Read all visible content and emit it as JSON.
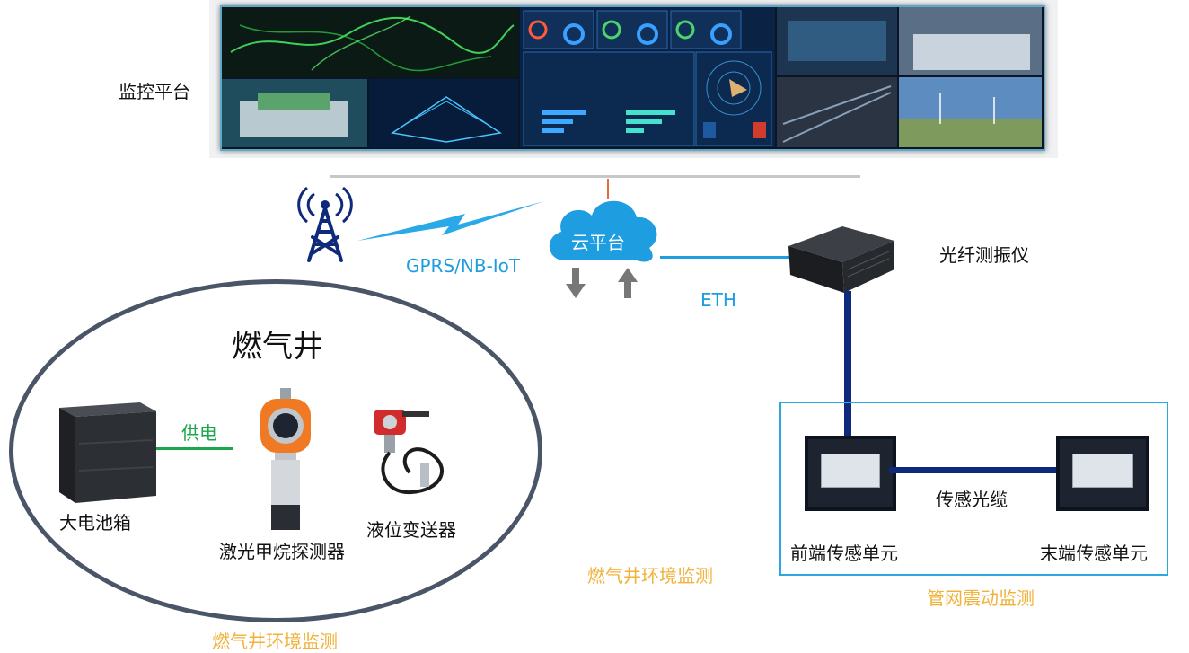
{
  "labels": {
    "monitor_platform": "监控平台",
    "cloud_platform": "云平台",
    "gprs": "GPRS/NB-IoT",
    "eth": "ETH",
    "fiber_vibrometer": "光纤测振仪",
    "gas_well_title": "燃气井",
    "power_supply": "供电",
    "battery_box": "大电池箱",
    "methane_detector": "激光甲烷探测器",
    "level_transmitter": "液位变送器",
    "front_sensor": "前端传感单元",
    "end_sensor": "末端传感单元",
    "sensing_cable": "传感光缆",
    "env_monitor_center": "燃气井环境监测",
    "env_monitor_bottom": "燃气井环境监测",
    "pipeline_vibration": "管网震动监测"
  },
  "colors": {
    "label_blue": "#1e9de0",
    "label_orange": "#f0b23a",
    "power_green": "#1aa64a",
    "fiber_navy": "#0f2a7a",
    "ellipse_border": "#4a5568",
    "frame_blue": "#2aa9e0"
  },
  "icons": [
    "cell-tower-icon",
    "lightning-bolt-icon",
    "cloud-icon",
    "arrow-down-icon",
    "arrow-up-icon"
  ]
}
